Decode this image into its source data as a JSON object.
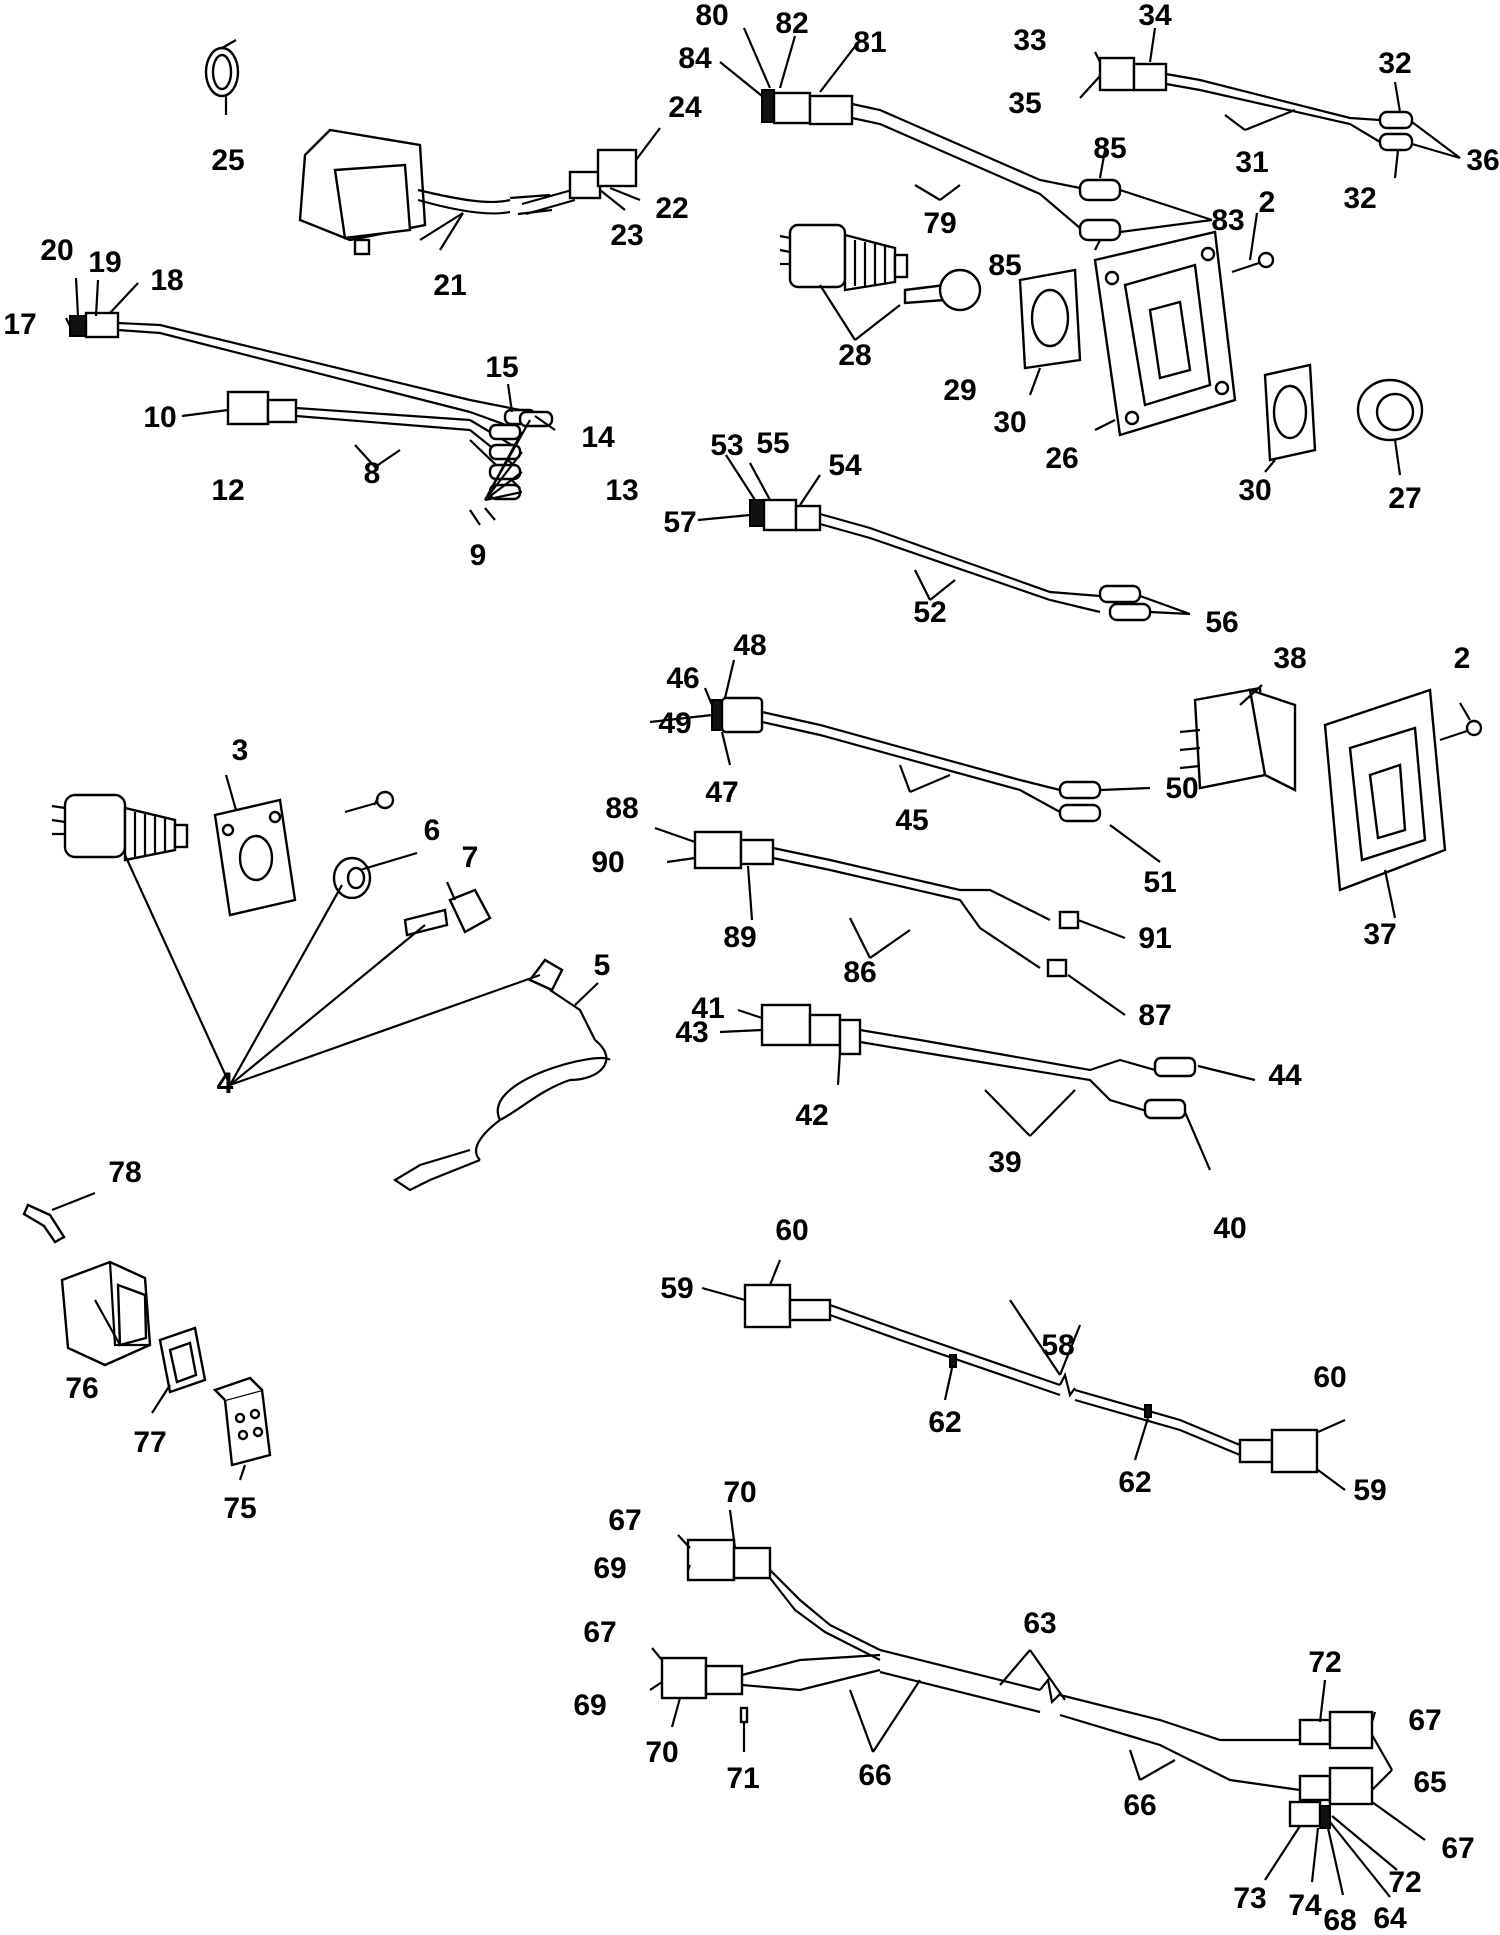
{
  "diagram": {
    "callouts": [
      "2",
      "2",
      "3",
      "4",
      "5",
      "6",
      "7",
      "8",
      "9",
      "10",
      "12",
      "13",
      "14",
      "15",
      "17",
      "18",
      "19",
      "20",
      "21",
      "22",
      "23",
      "24",
      "25",
      "26",
      "27",
      "28",
      "29",
      "30",
      "30",
      "31",
      "32",
      "32",
      "33",
      "34",
      "35",
      "36",
      "37",
      "38",
      "39",
      "40",
      "41",
      "42",
      "43",
      "44",
      "45",
      "46",
      "47",
      "48",
      "49",
      "50",
      "51",
      "52",
      "53",
      "54",
      "55",
      "56",
      "57",
      "58",
      "59",
      "59",
      "60",
      "60",
      "62",
      "62",
      "63",
      "64",
      "65",
      "66",
      "66",
      "67",
      "67",
      "67",
      "67",
      "68",
      "69",
      "69",
      "70",
      "70",
      "71",
      "72",
      "72",
      "73",
      "74",
      "75",
      "76",
      "77",
      "78",
      "79",
      "80",
      "81",
      "82",
      "83",
      "84",
      "85",
      "85",
      "86",
      "87",
      "88",
      "89",
      "90",
      "91"
    ]
  }
}
